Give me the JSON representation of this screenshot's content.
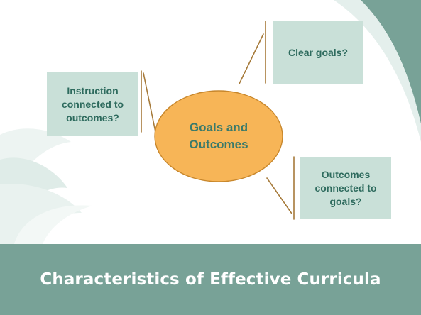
{
  "diagram": {
    "center": {
      "label": "Goals and\nOutcomes",
      "fill": "#f7b557",
      "stroke": "#c8872c"
    },
    "nodes": [
      {
        "id": "clear-goals",
        "label": "Clear goals?"
      },
      {
        "id": "instruction",
        "label": "Instruction\nconnected to\noutcomes?"
      },
      {
        "id": "outcomes-goals",
        "label": "Outcomes\nconnected to\ngoals?"
      }
    ],
    "node_fill": "#c9e0d8",
    "connector_color": "#a67a3a"
  },
  "footer": {
    "title": "Characteristics of Effective Curricula",
    "band_color": "#78a297"
  }
}
